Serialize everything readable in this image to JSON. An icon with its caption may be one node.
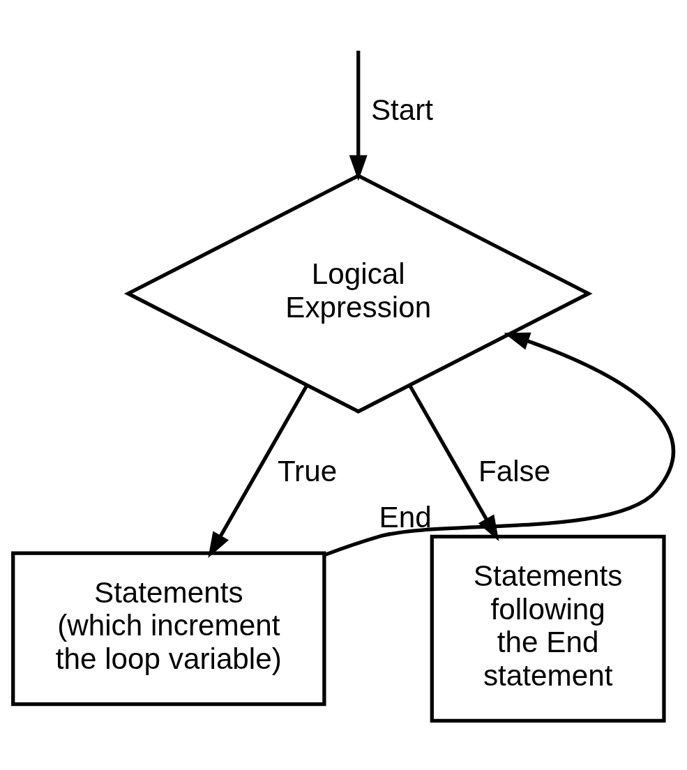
{
  "diagram": {
    "nodes": [
      {
        "text": [
          "Logical Expression"
        ]
      },
      {
        "text": [
          "Statements (which increment the loop variable)"
        ]
      },
      {
        "text": [
          "Statements following the End statement"
        ],
        "beside": [
          "End"
        ]
      }
    ],
    "edges": [
      {
        "from": null,
        "to": 0,
        "arrow": "to",
        "label": "Start"
      },
      {
        "from": 0,
        "to": 1,
        "arrow": "to",
        "label": "True"
      },
      {
        "from": 1,
        "to": 0,
        "arrow": "to"
      },
      {
        "from": 0,
        "to": 2,
        "arrow": "to",
        "label": "False"
      }
    ]
  }
}
